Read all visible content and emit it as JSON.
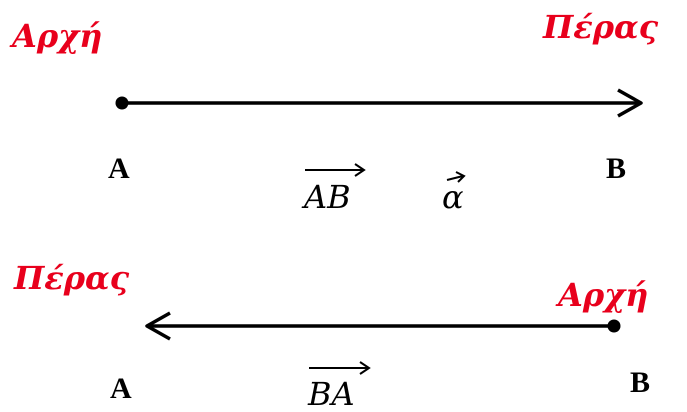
{
  "colors": {
    "accent": "#e8001c",
    "ink": "#000000"
  },
  "vector_1": {
    "start_word": "Αρχή",
    "end_word": "Πέρας",
    "point_a": "A",
    "point_b": "B",
    "vector_name": "AB",
    "alt_name": "α"
  },
  "vector_2": {
    "start_word": "Αρχή",
    "end_word": "Πέρας",
    "point_a": "A",
    "point_b": "B",
    "vector_name": "BA"
  }
}
